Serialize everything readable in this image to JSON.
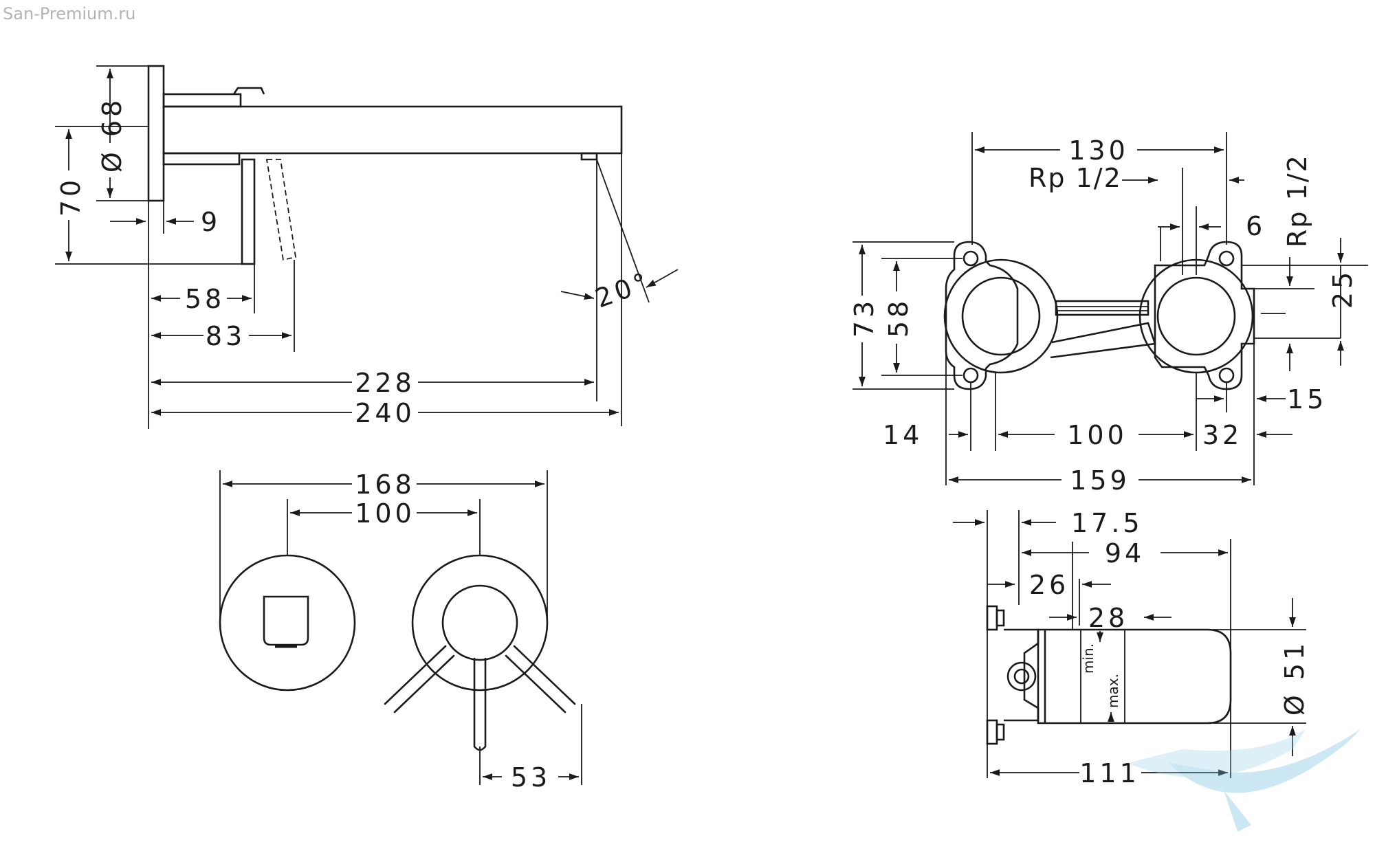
{
  "watermark": "San-Premium.ru",
  "side_view": {
    "d_rosette": "Ø 68",
    "h_center": "70",
    "rosette_depth": "9",
    "lever_pos": "58",
    "lever_tilt": "83",
    "spout_outlet": "228",
    "spout_length": "240",
    "angle": "20°"
  },
  "front_view": {
    "total_width": "168",
    "center_distance": "100",
    "lever_width": "53"
  },
  "body_top": {
    "width": "130",
    "thread_left": "Rp 1/2",
    "thread_right": "Rp 1/2",
    "offset": "6",
    "h_total": "73",
    "h_holes": "58",
    "h_right": "25",
    "left_margin": "14",
    "center_distance": "100",
    "right_part": "32",
    "right_edge": "15",
    "total_width": "159"
  },
  "body_side": {
    "mount": "17.5",
    "length": "94",
    "plate": "26",
    "zone": "28",
    "diameter": "Ø 51",
    "total": "111",
    "min_label": "min.",
    "max_label": "max."
  }
}
